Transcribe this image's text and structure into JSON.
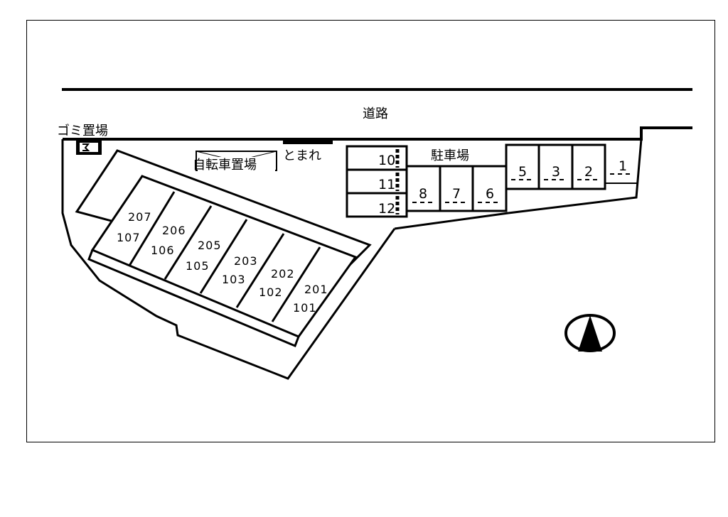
{
  "labels": {
    "road": "道路",
    "garbage": "ゴミ置場",
    "bicycle": "自転車置場",
    "stop": "とまれ",
    "parking": "駐車場"
  },
  "rooms": [
    {
      "upper": "207",
      "lower": "107"
    },
    {
      "upper": "206",
      "lower": "106"
    },
    {
      "upper": "205",
      "lower": "105"
    },
    {
      "upper": "203",
      "lower": "103"
    },
    {
      "upper": "202",
      "lower": "102"
    },
    {
      "upper": "201",
      "lower": "101"
    }
  ],
  "parking_spaces": {
    "stacked": [
      "10",
      "11",
      "12"
    ],
    "middle": [
      "8",
      "7",
      "6"
    ],
    "right": [
      "5",
      "3",
      "2",
      "1"
    ]
  },
  "icons": {
    "compass": "north-arrow-icon",
    "garbage": "garbage-bin-icon"
  }
}
